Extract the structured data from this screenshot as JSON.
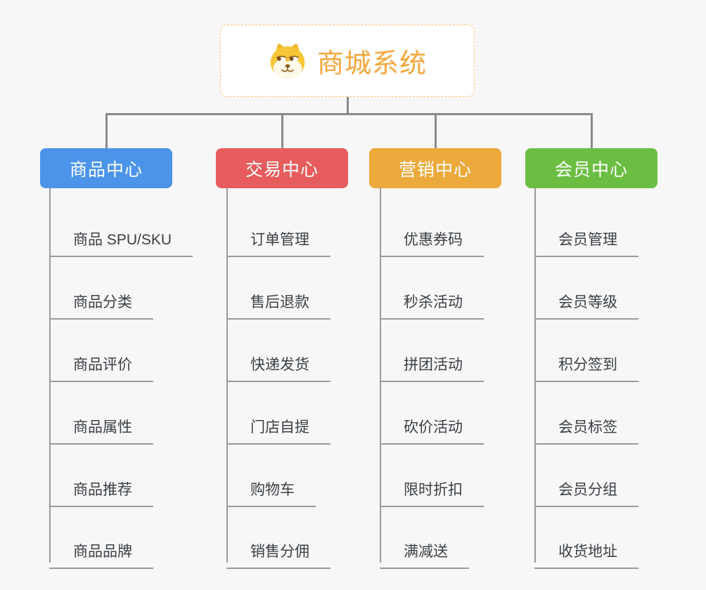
{
  "page": {
    "background": "#f7f7f7"
  },
  "root": {
    "title": "商城系统",
    "icon": "shiba-dog-face",
    "title_color": "#f5a73c",
    "border_color": "#f7c673"
  },
  "colors": {
    "tree_connector": "#8a8a8a",
    "branch_line": "#9b9b9b",
    "leaf_text": "#3b4045"
  },
  "branches": [
    {
      "label": "商品中心",
      "color": "#4b94ea",
      "items": [
        "商品 SPU/SKU",
        "商品分类",
        "商品评价",
        "商品属性",
        "商品推荐",
        "商品品牌"
      ]
    },
    {
      "label": "交易中心",
      "color": "#e75c5c",
      "items": [
        "订单管理",
        "售后退款",
        "快递发货",
        "门店自提",
        "购物车",
        "销售分佣"
      ]
    },
    {
      "label": "营销中心",
      "color": "#eca93c",
      "items": [
        "优惠券码",
        "秒杀活动",
        "拼团活动",
        "砍价活动",
        "限时折扣",
        "满减送"
      ]
    },
    {
      "label": "会员中心",
      "color": "#6cbe43",
      "items": [
        "会员管理",
        "会员等级",
        "积分签到",
        "会员标签",
        "会员分组",
        "收货地址"
      ]
    }
  ]
}
